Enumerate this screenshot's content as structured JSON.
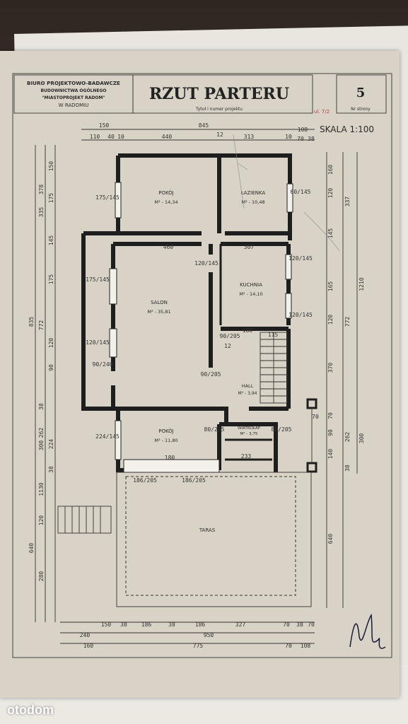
{
  "title_block": {
    "office_line1": "BIURO PROJEKTOWO-BADAWCZE",
    "office_line2": "BUDOWNICTWA OGÓLNEGO",
    "office_line3": "\"MIASTOPROJEKT RADOM\"",
    "office_line4": "W RADOMIU",
    "title": "RZUT PARTERU",
    "subtitle": "Tytuł i numer projektu",
    "page_number": "5",
    "page_label": "Nr strony",
    "stamp_text": "ul. 7/2"
  },
  "scale": "SKALA 1:100",
  "rooms": [
    {
      "name": "POKÓJ",
      "area": "M² - 14,34"
    },
    {
      "name": "ŁAZIENKA",
      "area": "M² - 10,48"
    },
    {
      "name": "SALON",
      "area": "M² - 35,81"
    },
    {
      "name": "KUCHNIA",
      "area": "M² - 14,10"
    },
    {
      "name": "HALL",
      "area": "M² - 3,94"
    },
    {
      "name": "POKÓJ",
      "area": "M² - 11,80"
    },
    {
      "name": "WIATROŁAP",
      "area": "M² - 3,75"
    },
    {
      "name": "TARAS",
      "area": ""
    }
  ],
  "dims_top": {
    "row1": [
      "150",
      "845",
      "108"
    ],
    "row2": [
      "110",
      "40",
      "10",
      "440",
      "12",
      "313",
      "10",
      "70",
      "38"
    ]
  },
  "dims_bottom": {
    "row1": [
      "150",
      "38",
      "186",
      "38",
      "186",
      "327",
      "70",
      "38",
      "70"
    ],
    "row2": [
      "240",
      "950"
    ],
    "row3": [
      "160",
      "775",
      "70",
      "108"
    ]
  },
  "dims_left": {
    "outer": [
      "835",
      "640"
    ],
    "mid": [
      "378",
      "772",
      "300",
      "1130"
    ],
    "inner": [
      "150",
      "335",
      "175",
      "145",
      "175",
      "120",
      "90",
      "38",
      "262",
      "224",
      "38",
      "120",
      "280"
    ]
  },
  "dims_right": {
    "outer": [
      "1210",
      "640"
    ],
    "mid": [
      "337",
      "772",
      "300"
    ],
    "inner": [
      "160",
      "120",
      "145",
      "165",
      "120",
      "370",
      "70",
      "90",
      "140",
      "38",
      "262"
    ]
  },
  "window_labels": [
    "175/145",
    "60/145",
    "175/145",
    "120/145",
    "120/145",
    "120/145",
    "90/240",
    "120/145",
    "224/145",
    "80/205",
    "80/205",
    "90/205",
    "90/205",
    "186/205",
    "186/205"
  ],
  "interior_dims": [
    "460",
    "307",
    "180",
    "233",
    "115",
    "180",
    "12",
    "70"
  ],
  "watermark": "otodom"
}
